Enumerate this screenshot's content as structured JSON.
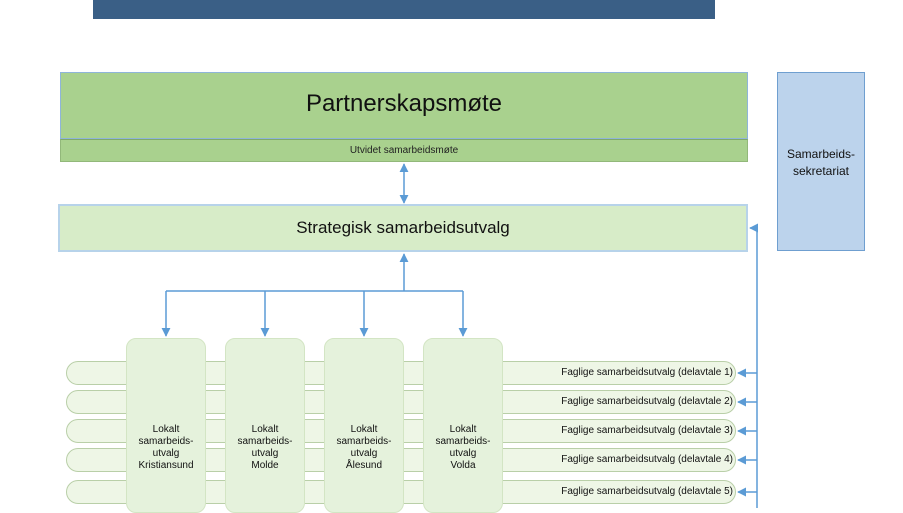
{
  "diagram": {
    "partnerskapsmote": "Partnerskapsmøte",
    "utvidet": "Utvidet samarbeidsmøte",
    "strategisk": "Strategisk samarbeidsutvalg",
    "sekretariat": [
      "Samarbeids-",
      "sekretariat"
    ],
    "lokalt": [
      {
        "lines": [
          "Lokalt",
          "samarbeids-",
          "utvalg",
          "Kristiansund"
        ]
      },
      {
        "lines": [
          "Lokalt",
          "samarbeids-",
          "utvalg",
          "Molde"
        ]
      },
      {
        "lines": [
          "Lokalt",
          "samarbeids-",
          "utvalg",
          "Ålesund"
        ]
      },
      {
        "lines": [
          "Lokalt",
          "samarbeids-",
          "utvalg",
          "Volda"
        ]
      }
    ],
    "faglige": [
      "Faglige samarbeidsutvalg (delavtale 1)",
      "Faglige samarbeidsutvalg (delavtale 2)",
      "Faglige samarbeidsutvalg (delavtale 3)",
      "Faglige samarbeidsutvalg (delavtale 4)",
      "Faglige samarbeidsutvalg (delavtale 5)"
    ]
  },
  "colors": {
    "header_bar": "#3a5f86",
    "green_box": "#a9d18e",
    "light_green": "#d7ecc8",
    "blue_box": "#bcd3ec",
    "arrow": "#5b9bd5"
  }
}
